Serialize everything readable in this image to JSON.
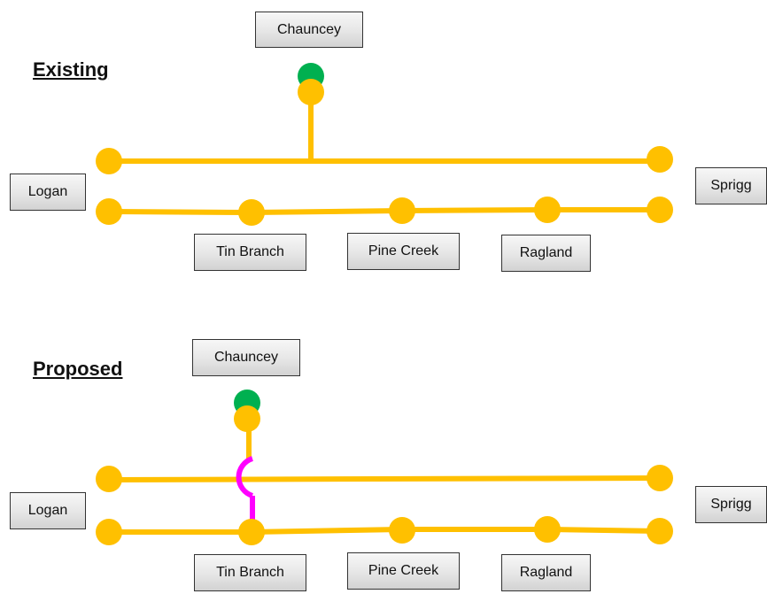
{
  "existing": {
    "heading": "Existing",
    "labels": {
      "chauncey": "Chauncey",
      "logan": "Logan",
      "sprigg": "Sprigg",
      "tin_branch": "Tin Branch",
      "pine_creek": "Pine Creek",
      "ragland": "Ragland"
    }
  },
  "proposed": {
    "heading": "Proposed",
    "labels": {
      "chauncey": "Chauncey",
      "logan": "Logan",
      "sprigg": "Sprigg",
      "tin_branch": "Tin Branch",
      "pine_creek": "Pine Creek",
      "ragland": "Ragland"
    }
  },
  "colors": {
    "line": "#FFC000",
    "node": "#FFC000",
    "source_node": "#00B050",
    "new_line": "#FF00FF"
  }
}
